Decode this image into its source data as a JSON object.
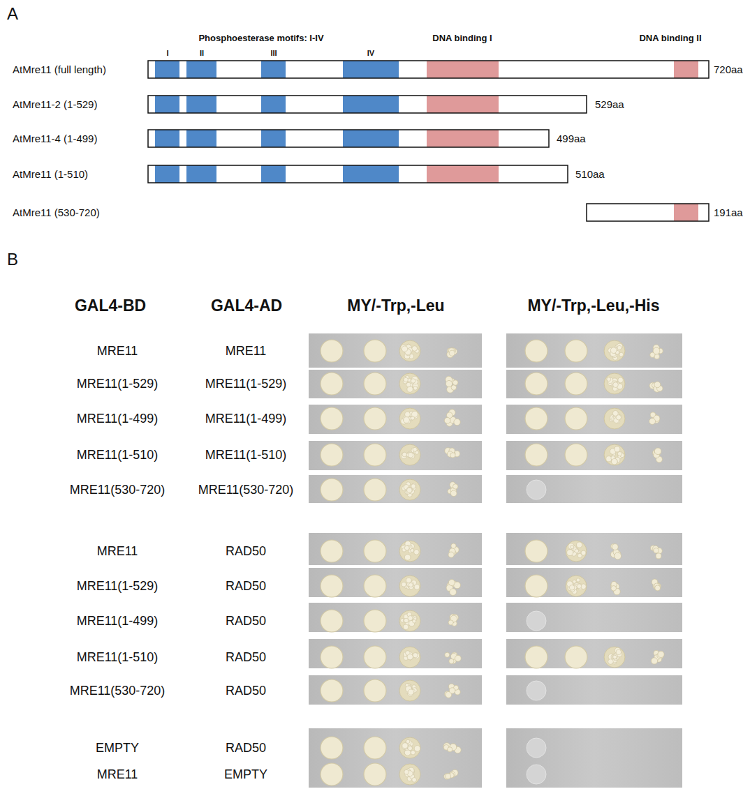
{
  "diagram": {
    "labels": [
      "A",
      "Phosphoesterase motifs: I-IV",
      "DNA binding I",
      "DNA binding II",
      "I",
      "II",
      "III",
      "IV",
      "AtMre11 (full length)",
      "720aa",
      "AtMre11-2 (1-529)",
      "529aa",
      "AtMre11-4 (1-499)",
      "499aa",
      "AtMre11 (1-510)",
      "510aa",
      "AtMre11 (530-720)",
      "191aa",
      "B",
      "GAL4-BD",
      "GAL4-AD",
      "MY/-Trp,-Leu",
      "MY/-Trp,-Leu,-His",
      "MRE11",
      "MRE11",
      "MRE11(1-529)",
      "MRE11(1-529)",
      "MRE11(1-499)",
      "MRE11(1-499)",
      "MRE11(1-510)",
      "MRE11(1-510)",
      "MRE11(530-720)",
      "MRE11(530-720)",
      "MRE11",
      "RAD50",
      "MRE11(1-529)",
      "RAD50",
      "MRE11(1-499)",
      "RAD50",
      "MRE11(1-510)",
      "RAD50",
      "MRE11(530-720)",
      "RAD50",
      "EMPTY",
      "RAD50",
      "MRE11",
      "EMPTY"
    ]
  }
}
